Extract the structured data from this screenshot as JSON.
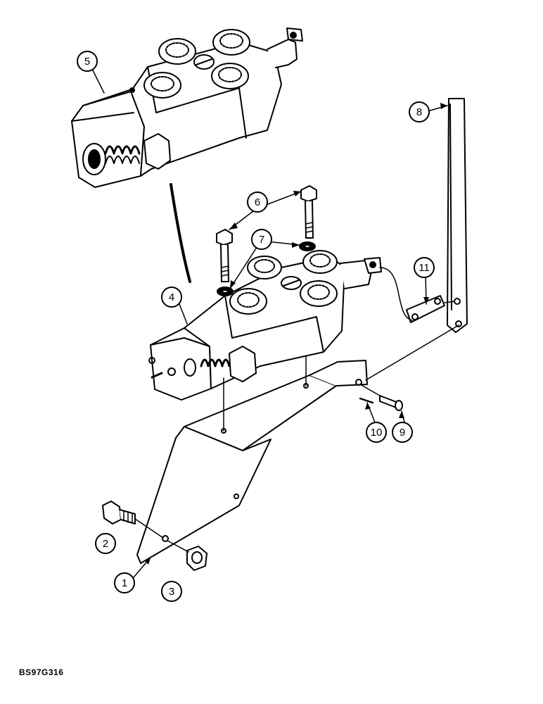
{
  "callouts": [
    {
      "id": "1",
      "label": "1",
      "part": "mounting-bracket"
    },
    {
      "id": "2",
      "label": "2",
      "part": "bolt"
    },
    {
      "id": "3",
      "label": "3",
      "part": "nut"
    },
    {
      "id": "4",
      "label": "4",
      "part": "control-valve"
    },
    {
      "id": "5",
      "label": "5",
      "part": "control-valve-detail"
    },
    {
      "id": "6",
      "label": "6",
      "part": "valve-mounting-bolts"
    },
    {
      "id": "7",
      "label": "7",
      "part": "lock-washers"
    },
    {
      "id": "8",
      "label": "8",
      "part": "control-lever"
    },
    {
      "id": "9",
      "label": "9",
      "part": "pin"
    },
    {
      "id": "10",
      "label": "10",
      "part": "cotter-pin"
    },
    {
      "id": "11",
      "label": "11",
      "part": "link"
    }
  ],
  "figure_code": "BS97G316"
}
